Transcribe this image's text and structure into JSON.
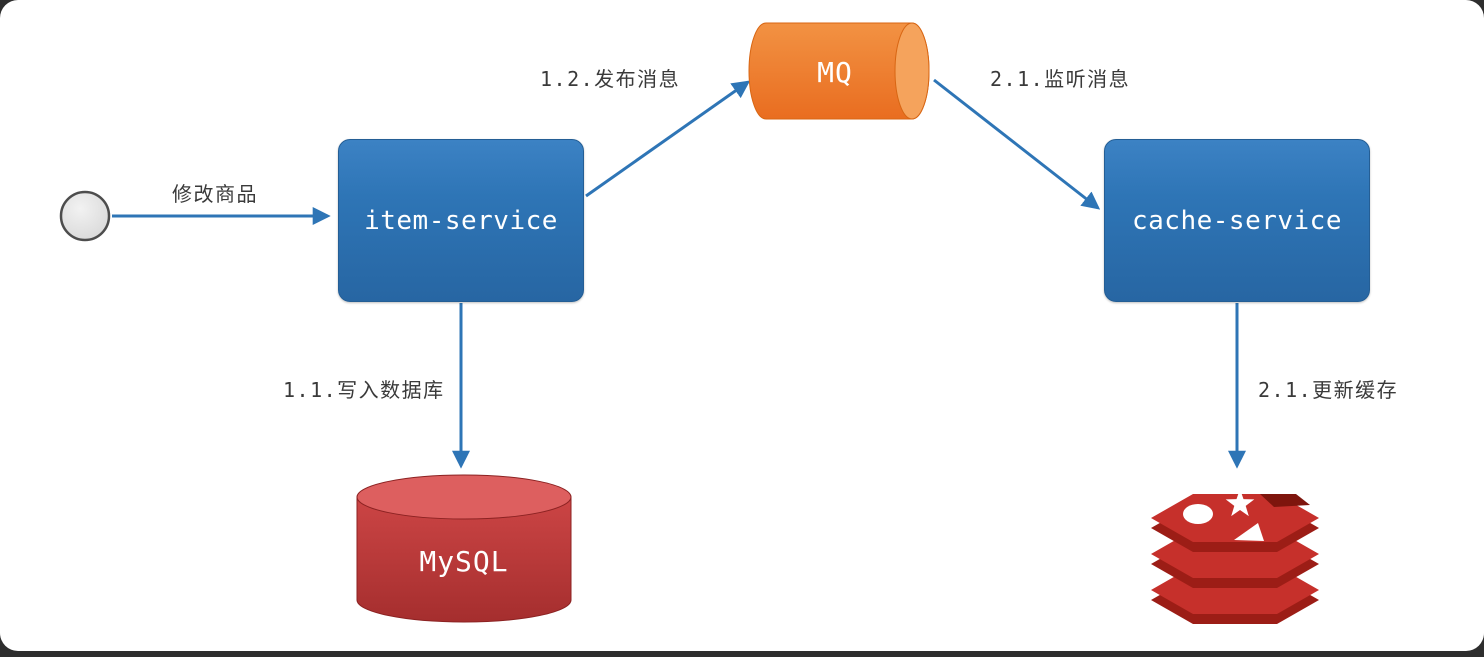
{
  "nodes": {
    "start": {
      "icon": "start-circle"
    },
    "item_service": {
      "label": "item-service"
    },
    "mq": {
      "label": "MQ"
    },
    "cache_service": {
      "label": "cache-service"
    },
    "mysql": {
      "label": "MySQL"
    },
    "redis": {
      "icon": "redis-icon"
    }
  },
  "edges": {
    "modify_item": {
      "label": "修改商品"
    },
    "publish_message": {
      "label": "1.2.发布消息"
    },
    "listen_message": {
      "label": "2.1.监听消息"
    },
    "write_database": {
      "label": "1.1.写入数据库"
    },
    "update_cache": {
      "label": "2.1.更新缓存"
    }
  },
  "colors": {
    "service_fill": "#2e75b6",
    "arrow": "#2e75b6",
    "mq_fill": "#ed7d31",
    "mq_cap": "#f5a35c",
    "mysql_fill": "#c0392b",
    "mysql_top": "#dd5f5f",
    "redis_red": "#c6302b",
    "redis_dark": "#9c1d16",
    "node_text": "#ffffff",
    "label_text": "#3a3a3a",
    "canvas_background": "#ffffff"
  }
}
